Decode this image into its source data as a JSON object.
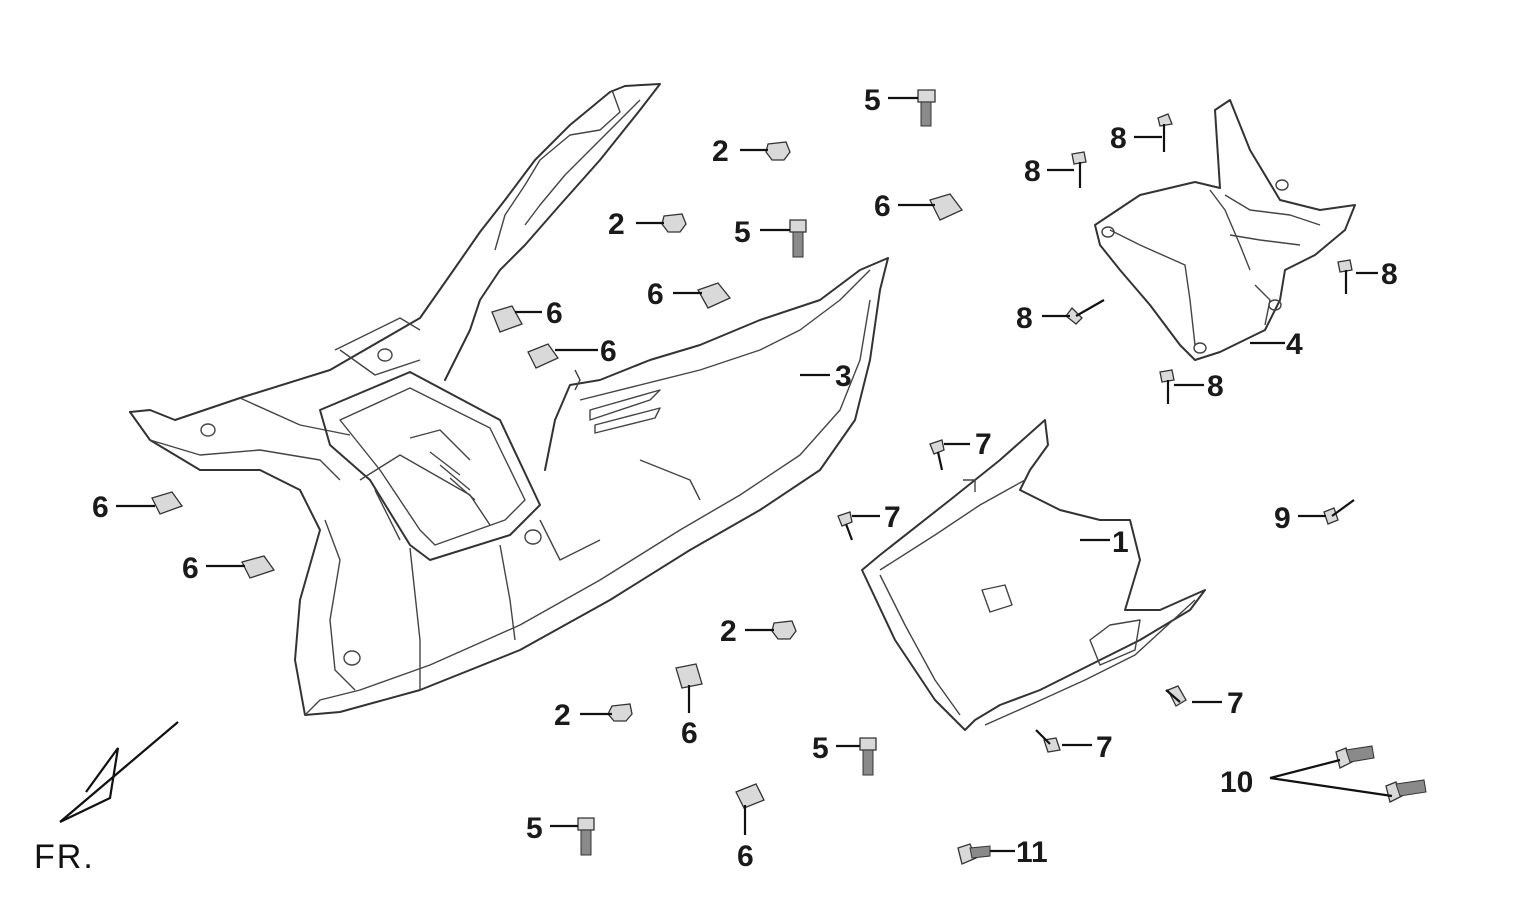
{
  "diagram": {
    "orientation_label": "FR.",
    "callouts": [
      {
        "id": "c1",
        "text": "1"
      },
      {
        "id": "c2a",
        "text": "2"
      },
      {
        "id": "c2b",
        "text": "2"
      },
      {
        "id": "c2c",
        "text": "2"
      },
      {
        "id": "c2d",
        "text": "2"
      },
      {
        "id": "c3",
        "text": "3"
      },
      {
        "id": "c4",
        "text": "4"
      },
      {
        "id": "c5a",
        "text": "5"
      },
      {
        "id": "c5b",
        "text": "5"
      },
      {
        "id": "c5c",
        "text": "5"
      },
      {
        "id": "c5d",
        "text": "5"
      },
      {
        "id": "c6a",
        "text": "6"
      },
      {
        "id": "c6b",
        "text": "6"
      },
      {
        "id": "c6c",
        "text": "6"
      },
      {
        "id": "c6d",
        "text": "6"
      },
      {
        "id": "c6e",
        "text": "6"
      },
      {
        "id": "c6f",
        "text": "6"
      },
      {
        "id": "c6g",
        "text": "6"
      },
      {
        "id": "c6h",
        "text": "6"
      },
      {
        "id": "c7a",
        "text": "7"
      },
      {
        "id": "c7b",
        "text": "7"
      },
      {
        "id": "c7c",
        "text": "7"
      },
      {
        "id": "c7d",
        "text": "7"
      },
      {
        "id": "c8a",
        "text": "8"
      },
      {
        "id": "c8b",
        "text": "8"
      },
      {
        "id": "c8c",
        "text": "8"
      },
      {
        "id": "c8d",
        "text": "8"
      },
      {
        "id": "c8e",
        "text": "8"
      },
      {
        "id": "c9",
        "text": "9"
      },
      {
        "id": "c10",
        "text": "10"
      },
      {
        "id": "c11",
        "text": "11"
      }
    ]
  }
}
